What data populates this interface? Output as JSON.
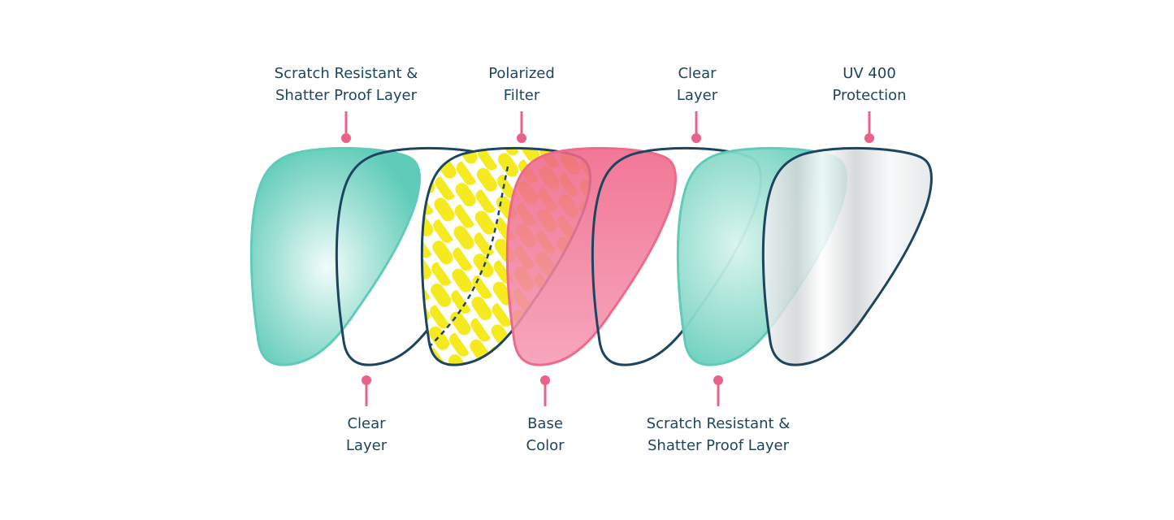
{
  "labels_top": [
    {
      "line1": "Scratch Resistant &",
      "line2": "Shatter Proof Layer"
    },
    {
      "line1": "Polarized",
      "line2": "Filter"
    },
    {
      "line1": "Clear",
      "line2": "Layer"
    },
    {
      "line1": "UV 400",
      "line2": "Protection"
    }
  ],
  "labels_bottom": [
    {
      "line1": "Clear",
      "line2": "Layer"
    },
    {
      "line1": "Base",
      "line2": "Color"
    },
    {
      "line1": "Scratch Resistant &",
      "line2": "Shatter Proof Layer"
    }
  ],
  "colors": {
    "text": "#1d4560",
    "outline": "#1d4560",
    "teal": "#5fcbb8",
    "yellow": "#f4ea1f",
    "pink": "#ee6a8a",
    "marker": "#e8628a",
    "silver": "#d9dcdd"
  }
}
